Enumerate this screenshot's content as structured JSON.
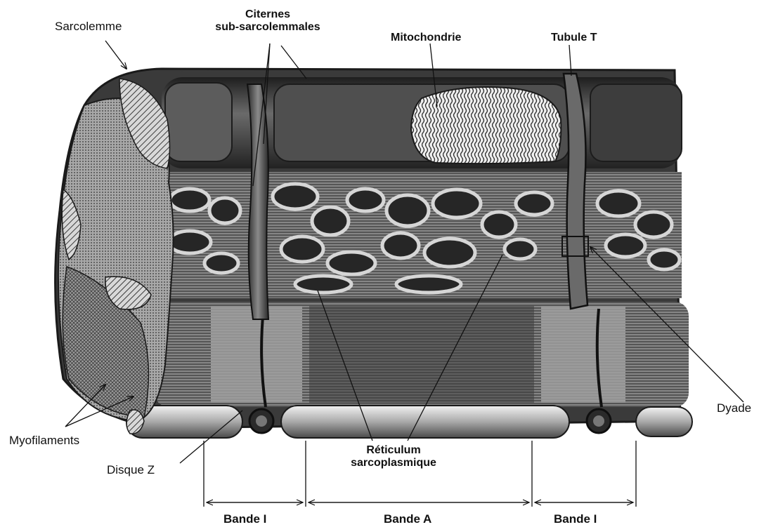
{
  "labels": {
    "sarcolemme": "Sarcolemme",
    "citernes_line1": "Citernes",
    "citernes_line2": "sub-sarcolemmales",
    "mitochondrie": "Mitochondrie",
    "tubule_t": "Tubule T",
    "dyade": "Dyade",
    "myofilaments": "Myofilaments",
    "disque_z": "Disque Z",
    "reticulum_line1": "Réticulum",
    "reticulum_line2": "sarcoplasmique",
    "bande_i_left": "Bande I",
    "bande_a": "Bande A",
    "bande_i_right": "Bande I"
  },
  "colors": {
    "ink": "#111111",
    "background": "#ffffff",
    "fiber_dark": "#2b2b2b",
    "fiber_mid": "#6f6f6f",
    "fiber_light": "#cfcfcf"
  }
}
